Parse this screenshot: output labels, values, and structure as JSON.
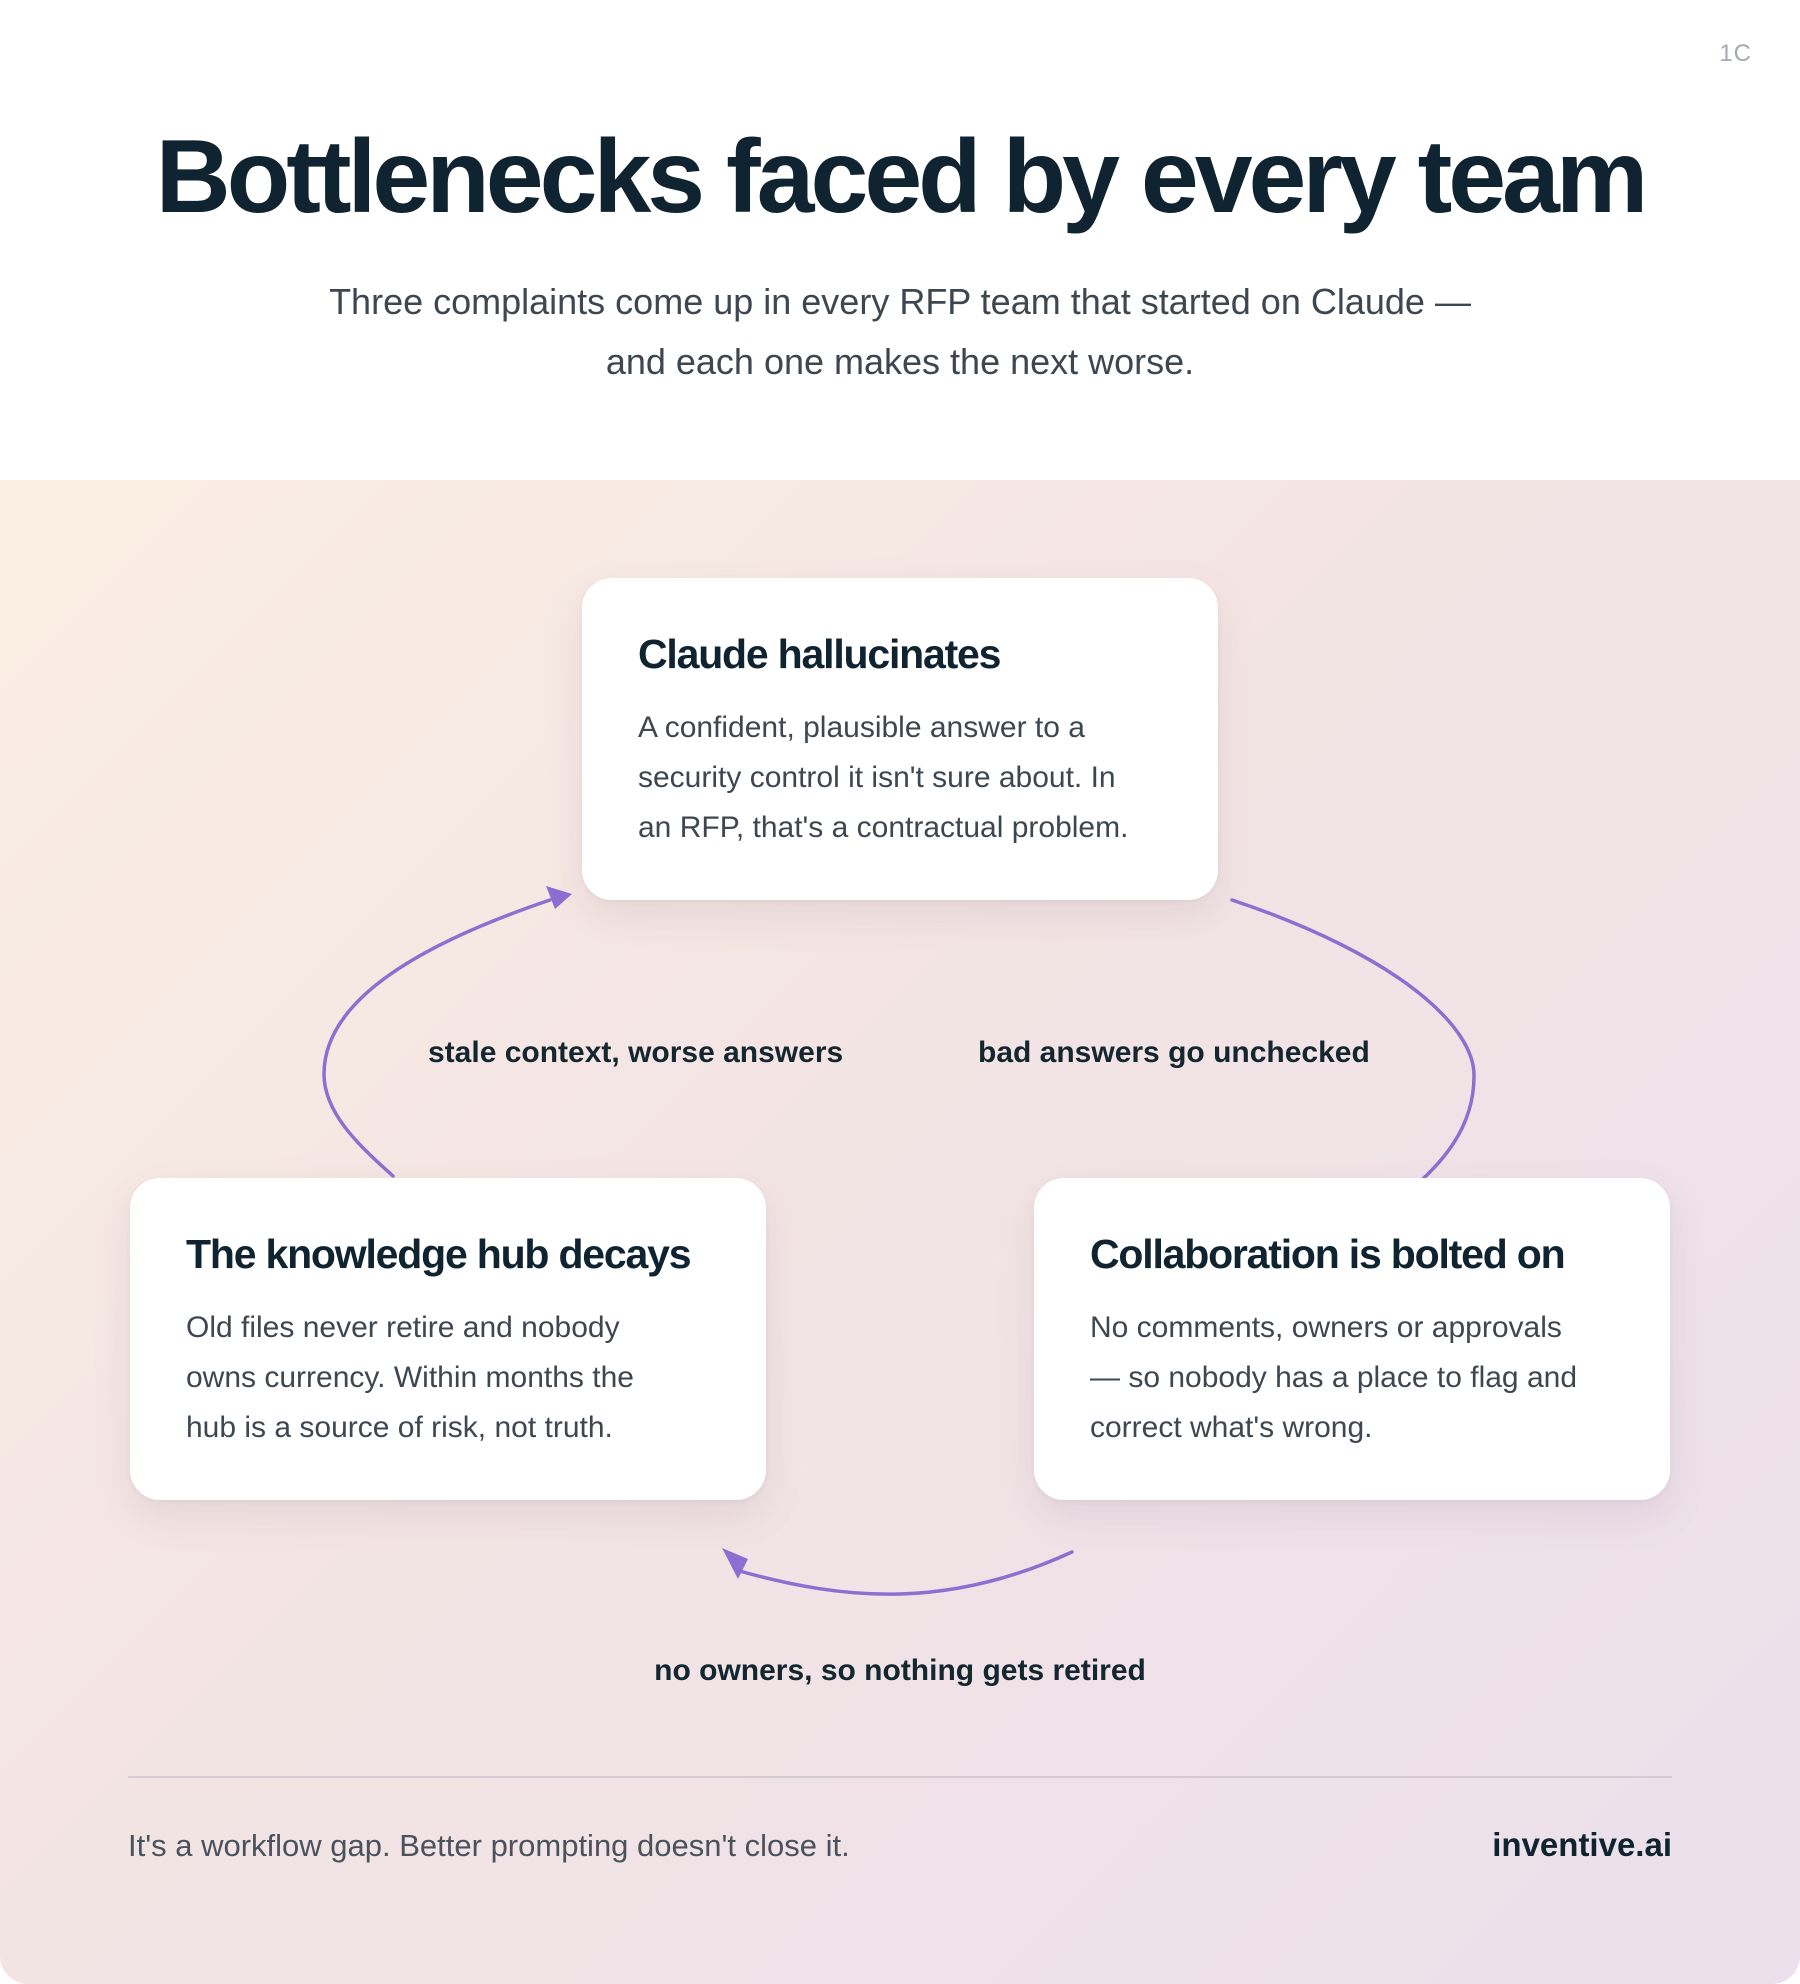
{
  "slide_tag": "1C",
  "header": {
    "title": "Bottlenecks faced by every team",
    "subtitle_lines": [
      "Three complaints come up in every RFP team that started on Claude —",
      "and each one makes the next worse."
    ]
  },
  "cycle": {
    "nodes": [
      {
        "title": "Claude hallucinates",
        "body_lines": [
          "A confident, plausible answer to a",
          "security control it isn't sure about. In",
          "an RFP, that's a contractual problem."
        ]
      },
      {
        "title": "Collaboration is bolted on",
        "body_lines": [
          "No comments, owners or approvals",
          "— so nobody has a place to flag and",
          "correct what's wrong."
        ]
      },
      {
        "title": "The knowledge hub decays",
        "body_lines": [
          "Old files never retire and nobody",
          "owns currency. Within months the",
          "hub is a source of risk, not truth."
        ]
      }
    ],
    "edges": [
      {
        "from": "Claude hallucinates",
        "to": "Collaboration is bolted on",
        "label": "bad answers go unchecked"
      },
      {
        "from": "Collaboration is bolted on",
        "to": "The knowledge hub decays",
        "label": "no owners, so nothing gets retired"
      },
      {
        "from": "The knowledge hub decays",
        "to": "Claude hallucinates",
        "label": "stale context, worse answers"
      }
    ],
    "arrow_color": "#8c6fd1"
  },
  "footer": {
    "note": "It's a workflow gap. Better prompting doesn't close it.",
    "brand": "inventive.ai"
  }
}
